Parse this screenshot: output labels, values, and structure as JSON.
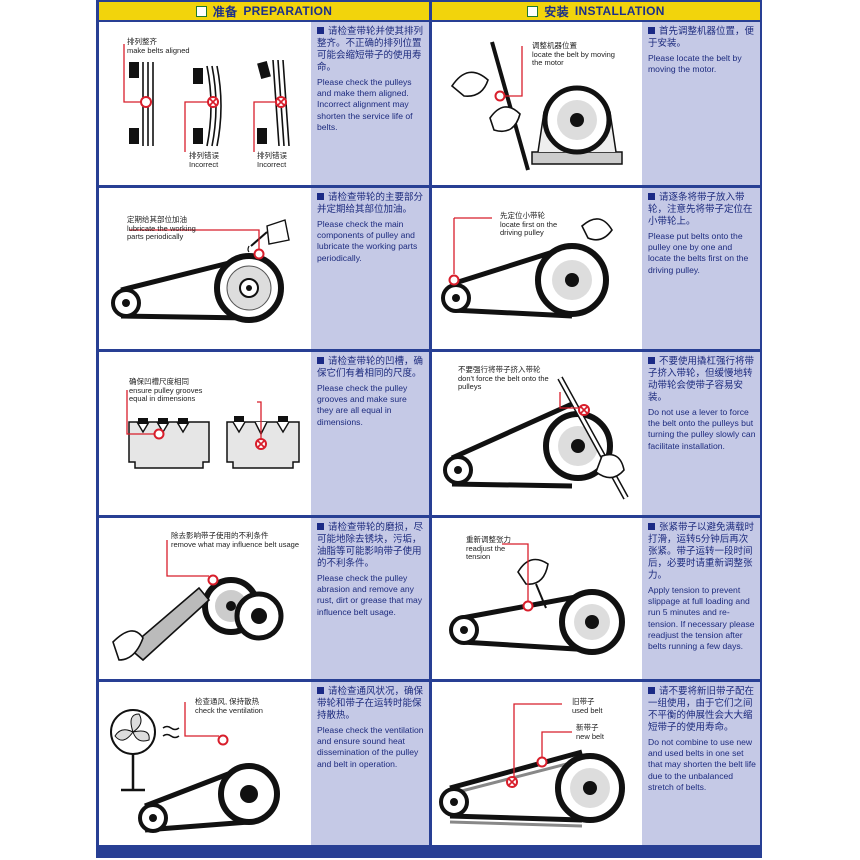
{
  "headers": {
    "left": {
      "zh": "准备",
      "en": "PREPARATION"
    },
    "right": {
      "zh": "安装",
      "en": "INSTALLATION"
    }
  },
  "colors": {
    "frame": "#283f94",
    "header": "#f2d40c",
    "text_panel": "#c5c9e6",
    "marker": "#d81e2b"
  },
  "left": [
    {
      "zh": "请检查带轮并使其排列整齐。不正确的排列位置可能会缩短带子的使用寿命。",
      "en": "Please check the pulleys and make them aligned. Incorrect alignment may shorten the service life of belts.",
      "captions": [
        {
          "zh": "排列整齐",
          "en": "make belts aligned"
        },
        {
          "zh": "排列错误",
          "en": "Incorrect"
        },
        {
          "zh": "排列错误",
          "en": "Incorrect"
        }
      ]
    },
    {
      "zh": "请检查带轮的主要部分并定期给其部位加油。",
      "en": "Please check the main components of pulley and lubricate the working parts periodically.",
      "captions": [
        {
          "zh": "定期给其部位加油",
          "en": "lubricate the working parts periodically"
        }
      ]
    },
    {
      "zh": "请检查带轮的凹槽，确保它们有着相同的尺度。",
      "en": "Please check the pulley grooves and make sure they are all equal in dimensions.",
      "captions": [
        {
          "zh": "确保凹槽尺度相同",
          "en": "ensure pulley grooves equal in dimensions"
        }
      ]
    },
    {
      "zh": "请检查带轮的磨损，尽可能地除去锈块，污垢，油脂等可能影响带子使用的不利条件。",
      "en": "Please check the pulley abrasion and remove any rust, dirt or grease that may influence belt usage.",
      "captions": [
        {
          "zh": "除去影响带子使用的不利条件",
          "en": "remove what may influence belt usage"
        }
      ]
    },
    {
      "zh": "请检查通风状况，确保带轮和带子在运转时能保持散热。",
      "en": "Please check the ventilation and ensure sound heat dissemination of the pulley and belt in operation.",
      "captions": [
        {
          "zh": "检查通风, 保持散热",
          "en": "check the ventilation"
        }
      ]
    }
  ],
  "right": [
    {
      "zh": "首先调整机器位置，便于安装。",
      "en": "Please locate the belt by moving the motor.",
      "captions": [
        {
          "zh": "调整机器位置",
          "en": "locate the belt by moving the motor"
        }
      ]
    },
    {
      "zh": "请逐条将带子放入带轮，注意先将带子定位在小带轮上。",
      "en": "Please put belts onto the pulley one by one and locate the belts first on the driving pulley.",
      "captions": [
        {
          "zh": "先定位小带轮",
          "en": "locate first on the driving pulley"
        }
      ]
    },
    {
      "zh": "不要使用撬杠强行将带子挤入带轮，但缓慢地转动带轮会使带子容易安装。",
      "en": "Do not use a lever to force the belt onto the pulleys but turning the pulley slowly can facilitate installation.",
      "captions": [
        {
          "zh": "不要强行将带子挤入带轮",
          "en": "don't force the belt onto the pulleys"
        }
      ]
    },
    {
      "zh": "张紧带子以避免满载时打滑，运转5分钟后再次张紧。带子运转一段时间后，必要时请重新调整张力。",
      "en": "Apply tension to prevent slippage at full loading and run 5 minutes and re-tension. If necessary please readjust the tension after belts running a few days.",
      "captions": [
        {
          "zh": "重新调整张力",
          "en": "readjust the tension"
        }
      ]
    },
    {
      "zh": "请不要将新旧带子配在一组使用，由于它们之间不平衡的伸展性会大大缩短带子的使用寿命。",
      "en": "Do not combine to use new and used belts in one set that may shorten the belt life due to the unbalanced stretch of belts.",
      "captions": [
        {
          "zh": "旧带子",
          "en": "used belt"
        },
        {
          "zh": "新带子",
          "en": "new belt"
        }
      ]
    }
  ]
}
